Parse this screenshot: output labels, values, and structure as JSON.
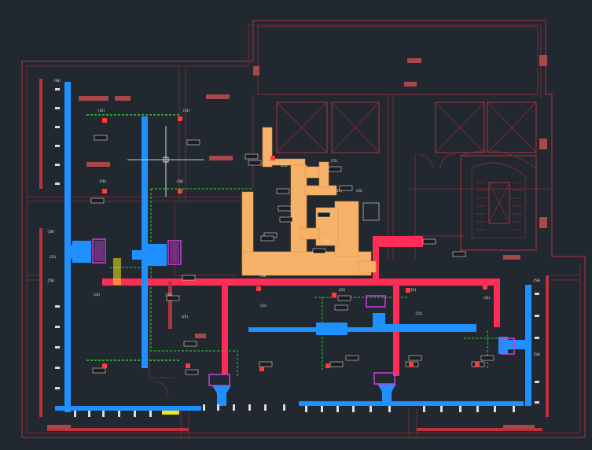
{
  "drawing": {
    "background": "#212830",
    "colors": {
      "wall": "#b0343f",
      "supply_duct": "#1e90ff",
      "return_duct": "#ff2d55",
      "exhaust_duct": "#f7b26a",
      "pipe": "#2fd12f",
      "equipment": "#c03fd0",
      "highlight": "#f5e51b",
      "cursor": "#ffffff"
    },
    "icons": [
      "crosshair-cursor-icon",
      "staircase-icon",
      "air-handler-icon",
      "diffuser-icon"
    ],
    "labels": {
      "l1": "(90)",
      "l2": "(33)",
      "l3": "(33)",
      "l4": "(50)",
      "l5": "(50)",
      "l6": "(25)",
      "l7": "(25)",
      "l8": "(25)",
      "l9": "(25)",
      "l10": "(25)",
      "l11": "(33)",
      "l12": "(50)",
      "l13": "(50)",
      "l14": "(33)",
      "l15": "(33)",
      "l16": "(50)",
      "l17": "(50)",
      "l18": "(33)",
      "l19": "(20)",
      "l20": "(25)",
      "l21": "(25)",
      "l22": "(25)",
      "l23": "(25)",
      "l24": "(25)"
    },
    "tags": [
      "",
      "",
      "",
      "",
      "",
      "",
      "",
      "",
      "",
      "",
      "",
      "",
      "",
      "",
      "",
      "",
      "",
      "",
      "",
      "",
      "",
      "",
      "",
      "",
      "",
      "",
      "",
      "",
      "",
      ""
    ]
  }
}
